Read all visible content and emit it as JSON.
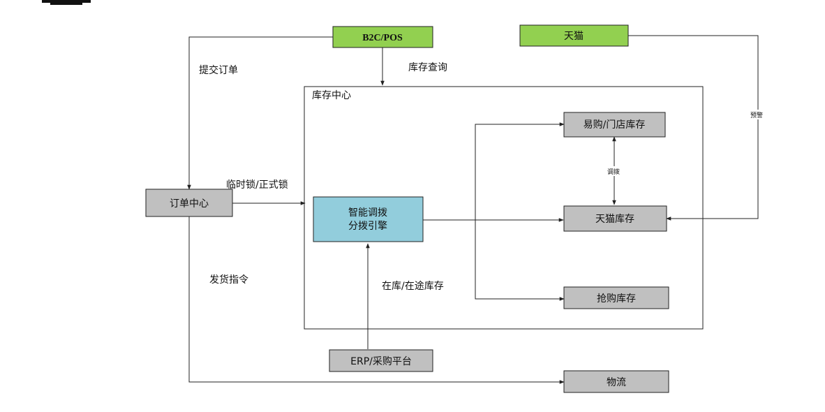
{
  "nodes": {
    "b2c_pos": "B2C/POS",
    "tmall": "天猫",
    "inventory_center": "库存中心",
    "order_center": "订单中心",
    "engine_line1": "智能调拨",
    "engine_line2": "分拨引擎",
    "yigou_store_inventory": "易购/门店库存",
    "tmall_inventory": "天猫库存",
    "flash_sale_inventory": "抢购库存",
    "erp_purchase_platform": "ERP/采购平台",
    "logistics": "物流"
  },
  "edge_labels": {
    "submit_order": "提交订单",
    "inventory_query": "库存查询",
    "temp_formal_lock": "临时锁/正式锁",
    "shipping_instruction": "发货指令",
    "in_stock_in_transit": "在库/在途库存",
    "transfer": "调拨",
    "warning": "预警"
  },
  "colors": {
    "green_node": "#92d050",
    "engine_node": "#92cddc",
    "gray_node": "#c0c0c0",
    "stroke": "#222222"
  }
}
